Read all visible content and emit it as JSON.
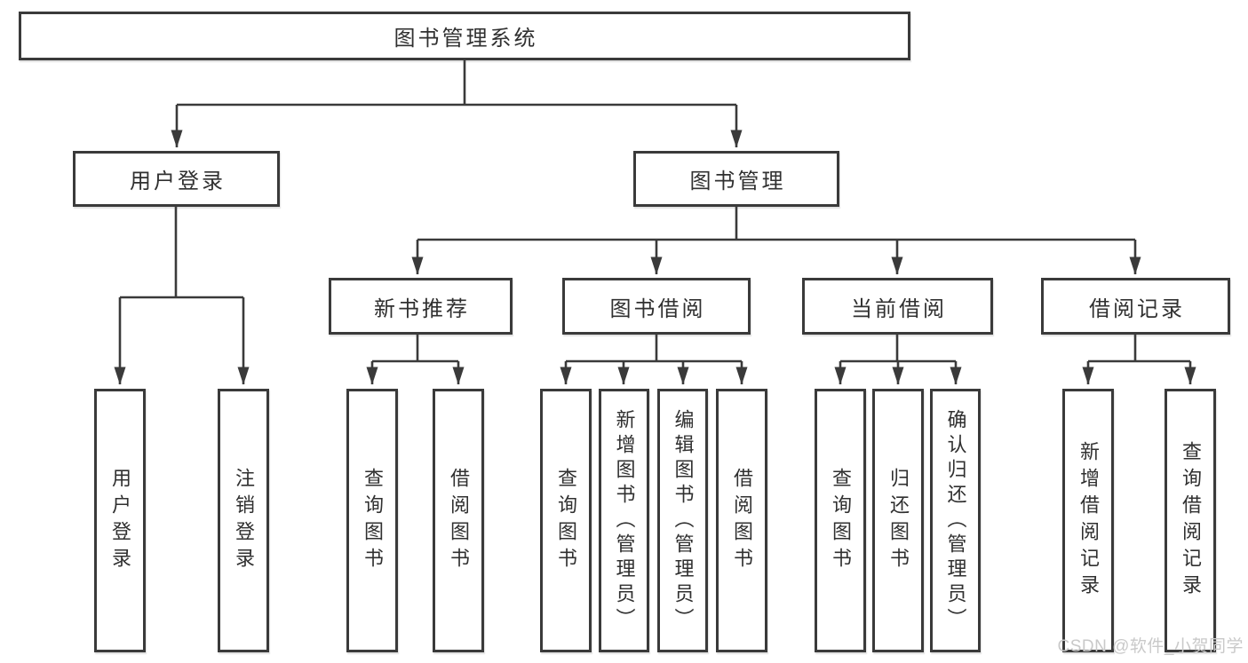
{
  "colors": {
    "line": "#3a3a3a",
    "box_border": "#3a3a3a",
    "box_fill": "#ffffff",
    "text": "#303030",
    "watermark": "#c9c9c9"
  },
  "diagram": {
    "root": {
      "label": "图书管理系统"
    },
    "branches": [
      {
        "label": "用户登录",
        "leaves": [
          {
            "label": "用户登录"
          },
          {
            "label": "注销登录"
          }
        ]
      },
      {
        "label": "图书管理",
        "sections": [
          {
            "label": "新书推荐",
            "leaves": [
              {
                "label": "查询图书"
              },
              {
                "label": "借阅图书"
              }
            ]
          },
          {
            "label": "图书借阅",
            "leaves": [
              {
                "label": "查询图书"
              },
              {
                "label": "新增图书（管理员）"
              },
              {
                "label": "编辑图书（管理员）"
              },
              {
                "label": "借阅图书"
              }
            ]
          },
          {
            "label": "当前借阅",
            "leaves": [
              {
                "label": "查询图书"
              },
              {
                "label": "归还图书"
              },
              {
                "label": "确认归还（管理员）"
              }
            ]
          },
          {
            "label": "借阅记录",
            "leaves": [
              {
                "label": "新增借阅记录"
              },
              {
                "label": "查询借阅记录"
              }
            ]
          }
        ]
      }
    ]
  },
  "watermark": {
    "text": "CSDN @软件_小贺同学"
  }
}
